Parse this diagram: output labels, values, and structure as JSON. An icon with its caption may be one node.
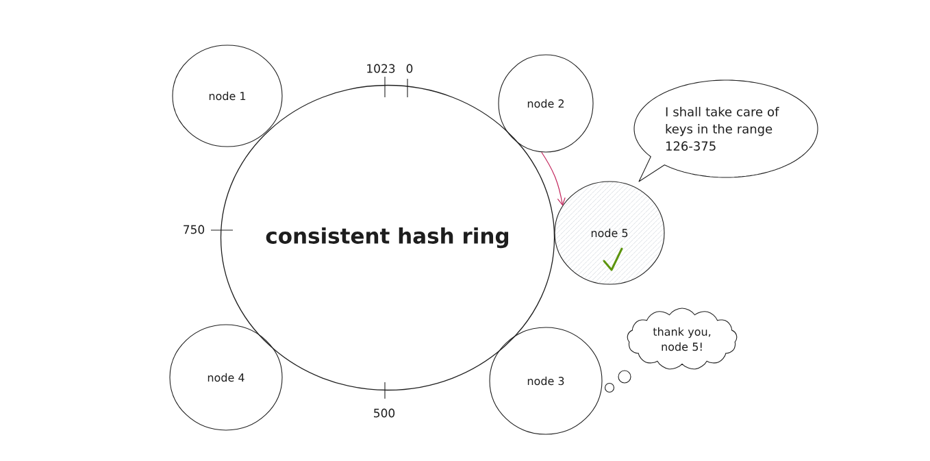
{
  "diagram": {
    "nodes": [
      {
        "text": [
          "node 1"
        ]
      },
      {
        "text": [
          "consistent hash ring"
        ]
      },
      {
        "text": [
          "node 2"
        ]
      },
      {
        "text": [
          "I shall take care of keys in the range 126-375"
        ]
      },
      {
        "text": [
          "node 5"
        ]
      },
      {
        "text": [
          "node 4"
        ]
      },
      {
        "text": [
          "node 3"
        ]
      },
      {
        "text": [
          "thank you, node 5!"
        ]
      }
    ],
    "edges": [
      {
        "from": 2,
        "to": 4,
        "arrow": "to",
        "color": "#c2255c"
      }
    ],
    "labels": [
      "1023",
      "0",
      "750",
      "500"
    ]
  }
}
